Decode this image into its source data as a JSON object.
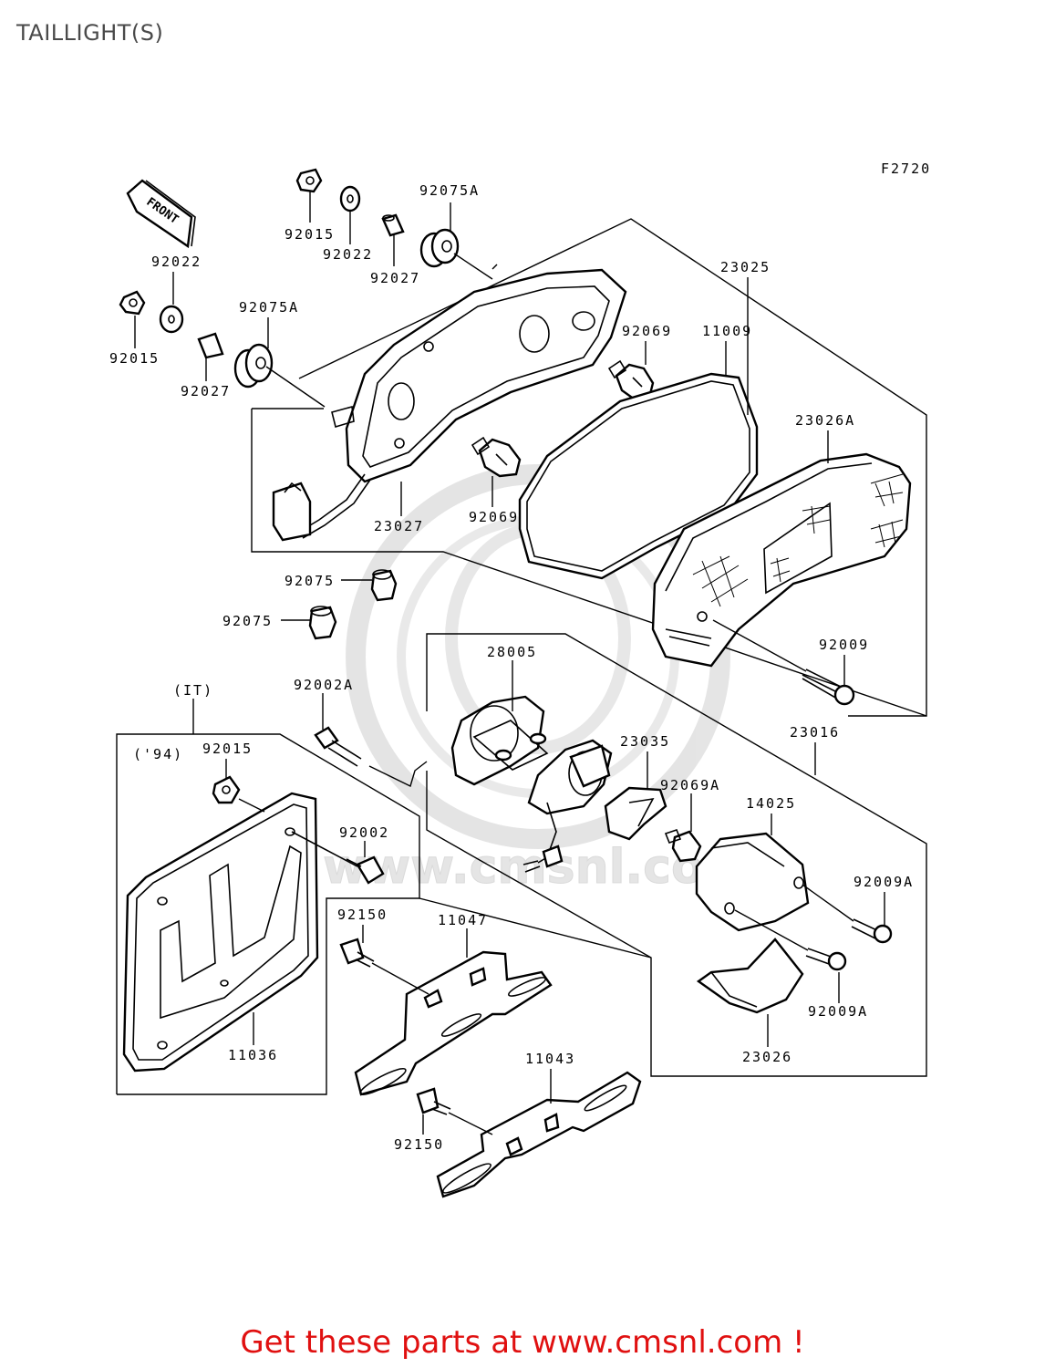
{
  "page": {
    "title": "TAILLIGHT(S)",
    "figure_code": "F2720",
    "footer": "Get these parts at www.cmsnl.com !",
    "watermark": "www.cmsnl.com"
  },
  "direction_arrow": "FRONT",
  "group_labels": {
    "italy": "(IT)",
    "year": "('94)"
  },
  "part_labels": [
    "92015",
    "92022",
    "92027",
    "92075A",
    "92022",
    "92015",
    "92075A",
    "92027",
    "23025",
    "11009",
    "92069",
    "23026A",
    "23027",
    "92069",
    "92075",
    "92075",
    "92009",
    "28005",
    "92002A",
    "(IT)",
    "23016",
    "('94)",
    "92015",
    "23035",
    "92069A",
    "14025",
    "92002",
    "92009A",
    "92150",
    "11047",
    "92009A",
    "11036",
    "23026",
    "11043",
    "92150"
  ],
  "colors": {
    "title": "#4a4a4a",
    "footer": "#e01010",
    "lines": "#000000",
    "watermark": "#c8c8c8"
  }
}
